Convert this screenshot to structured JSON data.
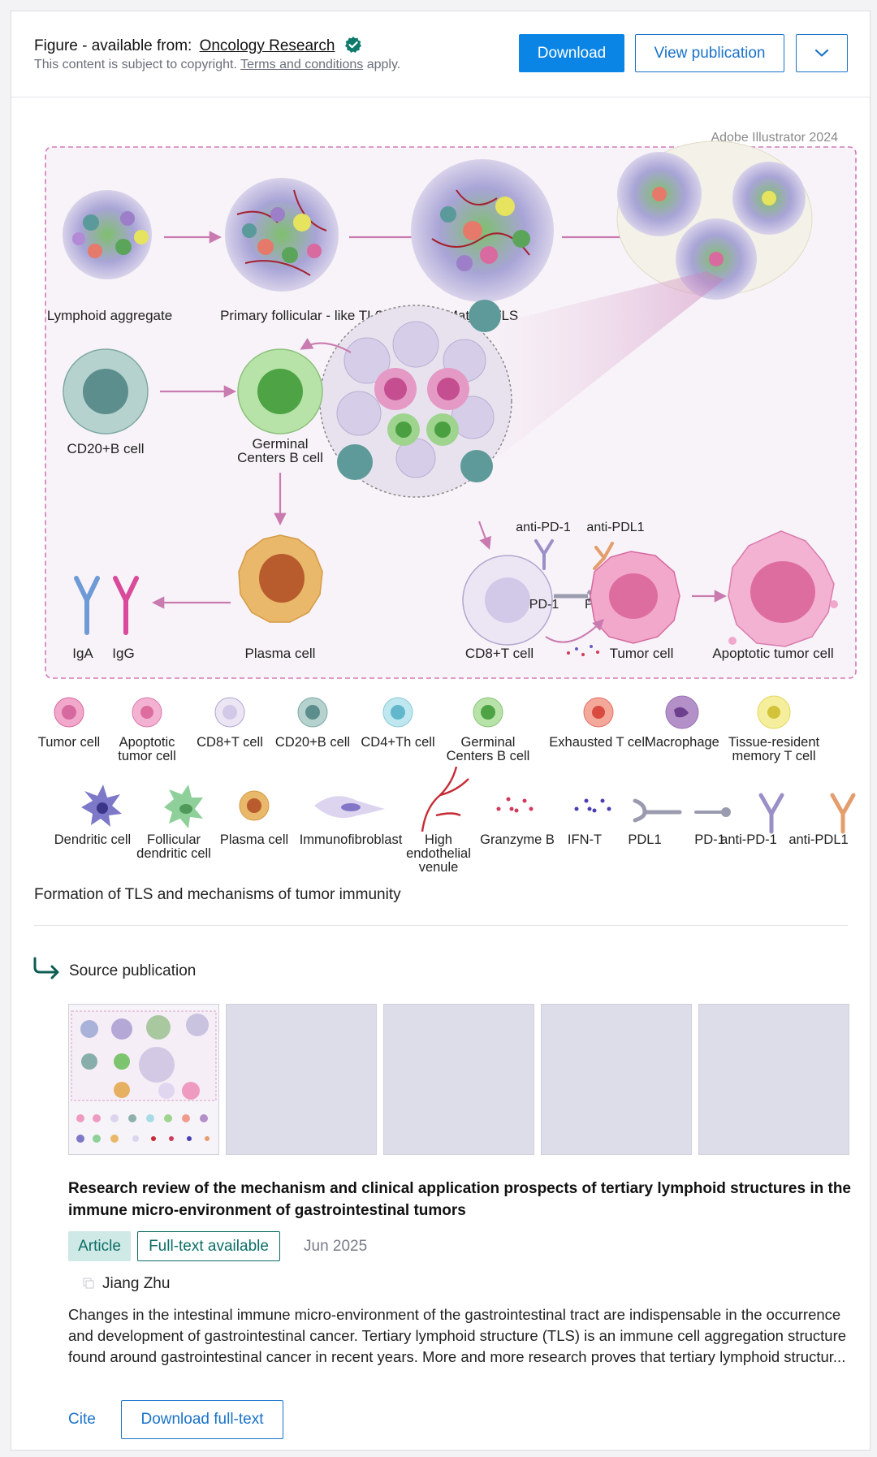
{
  "header": {
    "available_prefix": "Figure - available from:",
    "source_name": "Oncology Research",
    "copyright_prefix": "This content is subject to copyright.",
    "terms_link": "Terms and conditions",
    "copyright_suffix": "apply.",
    "download_label": "Download",
    "view_publication_label": "View publication",
    "more_icon": "chevron-down-icon",
    "verified_icon": "verified-badge-icon"
  },
  "figure": {
    "software_note": "Adobe Illustrator 2024",
    "stages": [
      "Lymphoid  aggregate",
      "Primary follicular - like TLS",
      "Mature TLS"
    ],
    "cells": {
      "cd20": "CD20+B cell",
      "germinal_line1": "Germinal",
      "germinal_line2": "Centers B cell",
      "plasma": "Plasma cell",
      "iga": "IgA",
      "igg": "IgG",
      "cd8": "CD8+T cell",
      "tumor": "Tumor cell",
      "apoptotic": "Apoptotic tumor cell",
      "anti_pd1": "anti-PD-1",
      "anti_pdl1": "anti-PDL1",
      "pd1": "PD-1",
      "pdl1": "PDL1"
    },
    "legend_row1": [
      {
        "l1": "Tumor cell",
        "l2": ""
      },
      {
        "l1": "Apoptotic",
        "l2": "tumor cell"
      },
      {
        "l1": "CD8+T cell",
        "l2": ""
      },
      {
        "l1": "CD20+B cell",
        "l2": ""
      },
      {
        "l1": "CD4+Th cell",
        "l2": ""
      },
      {
        "l1": "Germinal",
        "l2": "Centers B cell"
      },
      {
        "l1": "Exhausted T cell",
        "l2": ""
      },
      {
        "l1": "Macrophage",
        "l2": ""
      },
      {
        "l1": "Tissue-resident",
        "l2": "memory T cell"
      }
    ],
    "legend_row2": [
      {
        "l1": "Dendritic cell",
        "l2": "",
        "l3": ""
      },
      {
        "l1": "Follicular",
        "l2": "dendritic cell",
        "l3": ""
      },
      {
        "l1": "Plasma cell",
        "l2": "",
        "l3": ""
      },
      {
        "l1": "Immunofibroblast",
        "l2": "",
        "l3": ""
      },
      {
        "l1": "High",
        "l2": "endothelial",
        "l3": "venule"
      },
      {
        "l1": "Granzyme B",
        "l2": "",
        "l3": ""
      },
      {
        "l1": "IFN-T",
        "l2": "",
        "l3": ""
      },
      {
        "l1": "PDL1",
        "l2": "",
        "l3": ""
      },
      {
        "l1": "PD-1",
        "l2": "",
        "l3": ""
      },
      {
        "l1": "anti-PD-1",
        "l2": "",
        "l3": ""
      },
      {
        "l1": "anti-PDL1",
        "l2": "",
        "l3": ""
      }
    ]
  },
  "caption": "Formation of TLS and mechanisms of tumor immunity",
  "source": {
    "label": "Source publication",
    "arrow_icon": "corner-down-right-arrow-icon",
    "title": "Research review of the mechanism and clinical application prospects of tertiary lymphoid structures in the immune micro-environment of gastrointestinal tumors",
    "type_badge": "Article",
    "fulltext_badge": "Full-text available",
    "date": "Jun 2025",
    "author": "Jiang Zhu",
    "abstract": "Changes in the intestinal immune micro-environment of the gastrointestinal tract are indispensable in the occurrence and development of gastrointestinal cancer. Tertiary lymphoid structure (TLS) is an immune cell aggregation structure found around gastrointestinal cancer in recent years. More and more research proves that tertiary lymphoid structur...",
    "cite_label": "Cite",
    "download_fulltext_label": "Download full-text"
  },
  "colors": {
    "primary_blue": "#0a85e5",
    "link_blue": "#1a73c9",
    "teal": "#0b6e66",
    "figure_border": "#d27bb8"
  }
}
